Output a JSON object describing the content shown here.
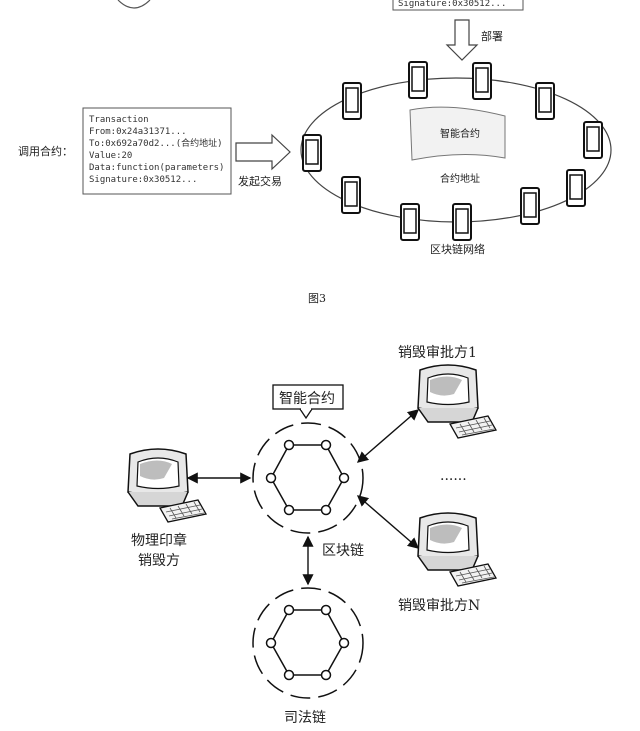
{
  "top_diagram": {
    "top_box_text": "Signature:0x30512...",
    "deploy_label": "部署",
    "call_contract_label": "调用合约：",
    "transaction_lines": [
      "Transaction",
      "From:0x24a31371...",
      "To:0x692a70d2...(合约地址)",
      "Value:20",
      "Data:function(parameters)",
      "Signature:0x30512..."
    ],
    "send_tx_label": "发起交易",
    "smart_contract_label": "智能合约",
    "contract_address_label": "合约地址",
    "network_label": "区块链网络",
    "figure_caption": "图3"
  },
  "bottom_diagram": {
    "smart_contract_box": "智能合约",
    "approver_1_label": "销毁审批方1",
    "ellipsis": "......",
    "approver_n_label": "销毁审批方N",
    "seal_destroyer_line1": "物理印章",
    "seal_destroyer_line2": "销毁方",
    "blockchain_label": "区块链",
    "judicial_chain_label": "司法链"
  }
}
